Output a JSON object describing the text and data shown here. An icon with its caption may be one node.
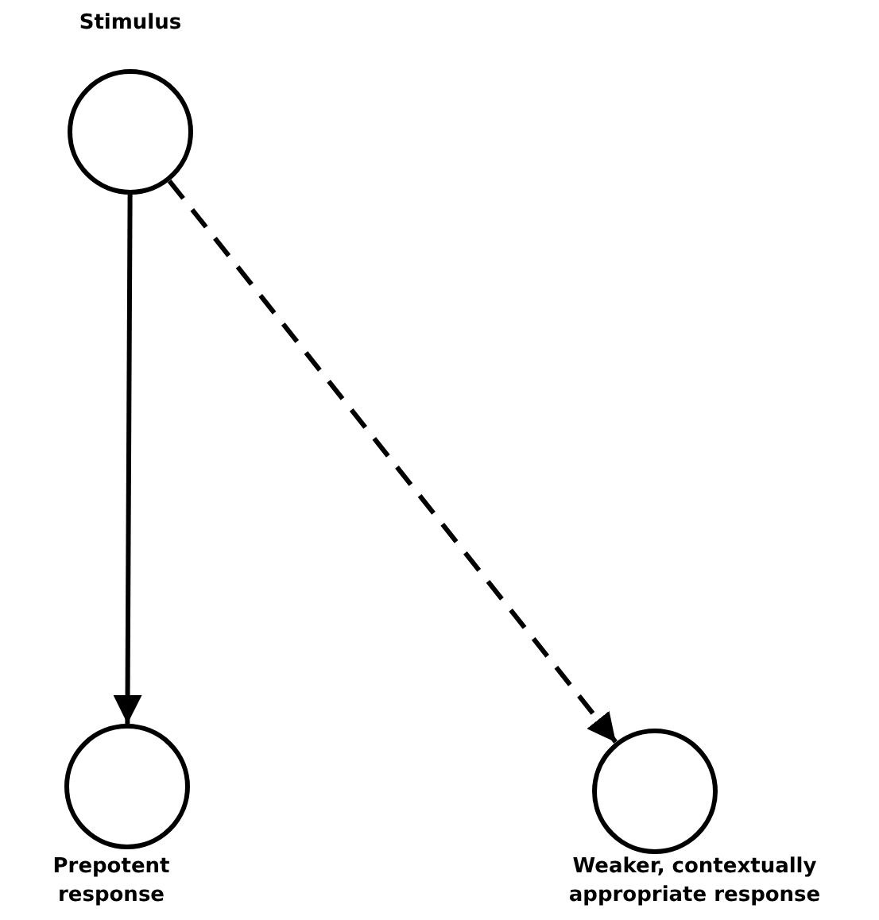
{
  "diagram": {
    "nodes": [
      {
        "text": [
          "Stimulus"
        ]
      },
      {
        "text": [
          "Prepotent response"
        ]
      },
      {
        "text": [
          "Weaker, contextually appropriate response"
        ]
      }
    ],
    "edges": [
      {
        "from": 0,
        "to": 1,
        "arrow": "to"
      },
      {
        "from": 0,
        "to": 2,
        "arrow": "to",
        "style": "dashed"
      }
    ]
  }
}
